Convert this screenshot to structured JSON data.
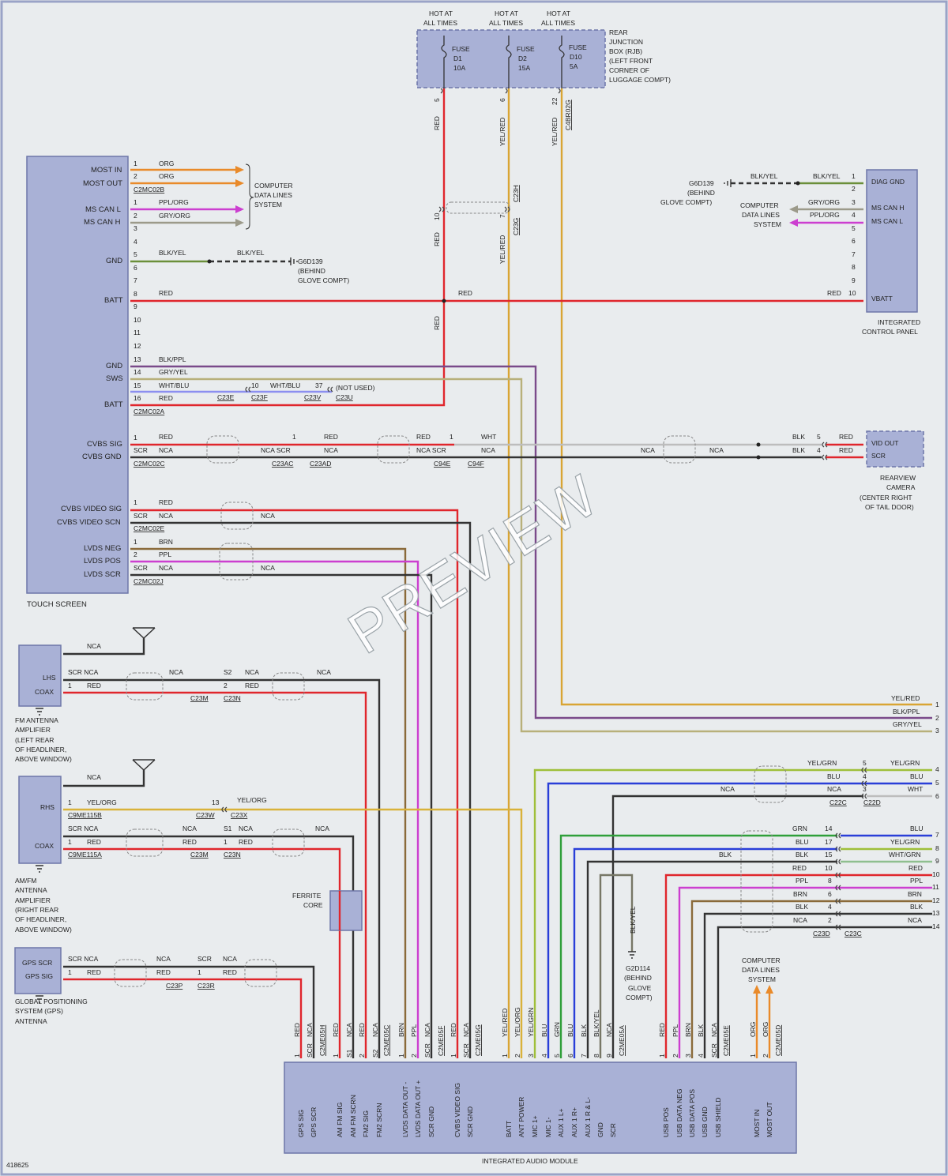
{
  "diagram_id": "418625",
  "watermark": "PREVIEW",
  "components": {
    "touch_screen": "TOUCH SCREEN",
    "integrated_audio_module": "INTEGRATED AUDIO MODULE",
    "rjb": [
      "REAR",
      "JUNCTION",
      "BOX (RJB)",
      "(LEFT FRONT",
      "CORNER OF",
      "LUGGAGE COMPT)"
    ],
    "icp": [
      "INTEGRATED",
      "CONTROL PANEL"
    ],
    "camera": [
      "REARVIEW",
      "CAMERA",
      "(CENTER RIGHT",
      "OF TAIL DOOR)"
    ],
    "fm_amp": [
      "FM ANTENNA",
      "AMPLIFIER",
      "(LEFT REAR",
      "OF HEADLINER,",
      "ABOVE WINDOW)"
    ],
    "amfm_amp": [
      "AM/FM",
      "ANTENNA",
      "AMPLIFIER",
      "(RIGHT REAR",
      "OF HEADLINER,",
      "ABOVE WINDOW)"
    ],
    "gps": [
      "GLOBAL POSITIONING",
      "SYSTEM (GPS)",
      "ANTENNA"
    ],
    "ferrite": [
      "FERRITE",
      "CORE"
    ]
  },
  "fuses": [
    {
      "hot": [
        "HOT AT",
        "ALL TIMES"
      ],
      "label": [
        "FUSE",
        "D1",
        "10A"
      ],
      "pin": "5",
      "color": "RED"
    },
    {
      "hot": [
        "HOT AT",
        "ALL TIMES"
      ],
      "label": [
        "FUSE",
        "D2",
        "15A"
      ],
      "pin": "6",
      "color": "YEL/RED"
    },
    {
      "hot": [
        "HOT AT",
        "ALL TIMES"
      ],
      "label": [
        "FUSE",
        "D10",
        "5A"
      ],
      "pin": "22",
      "color": "YEL/RED",
      "conn": "C4BR02G"
    }
  ],
  "touch_screen_pins": {
    "most_in": "MOST IN",
    "most_out": "MOST OUT",
    "ms_can_l": "MS CAN L",
    "ms_can_h": "MS CAN H",
    "gnd": "GND",
    "batt": "BATT",
    "sws": "SWS",
    "cvbs_sig": "CVBS SIG",
    "cvbs_gnd": "CVBS GND",
    "cvbs_video_sig": "CVBS VIDEO SIG",
    "cvbs_video_scn": "CVBS VIDEO SCN",
    "lvds_neg": "LVDS NEG",
    "lvds_pos": "LVDS POS",
    "lvds_scr": "LVDS SCR"
  },
  "icp_pins": {
    "diag_gnd": "DIAG GND",
    "ms_can_h": "MS CAN H",
    "ms_can_l": "MS CAN L",
    "vbatt": "VBATT"
  },
  "camera_pins": {
    "vid_out": "VID OUT",
    "scr": "SCR"
  },
  "connectors": {
    "c2mc02b": "C2MC02B",
    "c2mc02a": "C2MC02A",
    "c2mc02c": "C2MC02C",
    "c2mc02e": "C2MC02E",
    "c2mc02j": "C2MC02J",
    "c23e": "C23E",
    "c23f": "C23F",
    "c23v": "C23V",
    "c23u": "C23U",
    "c23ac": "C23AC",
    "c23ad": "C23AD",
    "c94e": "C94E",
    "c94f": "C94F",
    "c23h": "C23H",
    "c23g": "C23G",
    "c23m": "C23M",
    "c23n": "C23N",
    "c9me115b": "C9ME115B",
    "c9me115a": "C9ME115A",
    "c23w": "C23W",
    "c23x": "C23X",
    "c23p": "C23P",
    "c23r": "C23R",
    "c22c": "C22C",
    "c22d": "C22D",
    "c23d": "C23D",
    "c23c": "C23C",
    "c2me05h": "C2ME05H",
    "c2me05c": "C2ME05C",
    "c2me05f": "C2ME05F",
    "c2me05g": "C2ME05G",
    "c2me05a": "C2ME05A",
    "c2me05e": "C2ME05E",
    "c2me05d": "C2ME05D"
  },
  "grounds": {
    "g6d139": [
      "G6D139",
      "(BEHIND",
      "GLOVE COMPT)"
    ],
    "g2d114": [
      "G2D114",
      "(BEHIND",
      "GLOVE",
      "COMPT)"
    ]
  },
  "computer_data_lines": [
    "COMPUTER",
    "DATA LINES",
    "SYSTEM"
  ],
  "not_used": "(NOT USED)",
  "iam_pins": [
    {
      "name": "GPS SIG",
      "pin": "1",
      "color": "RED"
    },
    {
      "name": "GPS SCR",
      "pin": "SCR",
      "color": "NCA"
    },
    {
      "name": "AM FM SIG",
      "pin": "1",
      "color": "RED"
    },
    {
      "name": "AM FM SCRN",
      "pin": "S1",
      "color": "NCA"
    },
    {
      "name": "FM2 SIG",
      "pin": "2",
      "color": "RED"
    },
    {
      "name": "FM2 SCRN",
      "pin": "S2",
      "color": "NCA"
    },
    {
      "name": "LVDS DATA OUT -",
      "pin": "1",
      "color": "BRN"
    },
    {
      "name": "LVDS DATA OUT +",
      "pin": "2",
      "color": "PPL"
    },
    {
      "name": "SCR GND",
      "pin": "SCR",
      "color": "NCA"
    },
    {
      "name": "CVBS VIDEO SIG",
      "pin": "1",
      "color": "RED"
    },
    {
      "name": "SCR GND",
      "pin": "SCR",
      "color": "NCA"
    },
    {
      "name": "BATT",
      "pin": "1",
      "color": "YEL/RED"
    },
    {
      "name": "ANT POWER",
      "pin": "2",
      "color": "YEL/ORG"
    },
    {
      "name": "MIC 1+",
      "pin": "3",
      "color": "YEL/GRN"
    },
    {
      "name": "MIC 1-",
      "pin": "4",
      "color": "BLU"
    },
    {
      "name": "AUX 1 L+",
      "pin": "5",
      "color": "GRN"
    },
    {
      "name": "AUX 1 R+",
      "pin": "6",
      "color": "BLU"
    },
    {
      "name": "AUX 1 R & L-",
      "pin": "7",
      "color": "BLK"
    },
    {
      "name": "GND",
      "pin": "8",
      "color": "BLK/YEL"
    },
    {
      "name": "SCR",
      "pin": "9",
      "color": "NCA"
    },
    {
      "name": "USB POS",
      "pin": "1",
      "color": "RED"
    },
    {
      "name": "USB DATA NEG",
      "pin": "2",
      "color": "PPL"
    },
    {
      "name": "USB DATA POS",
      "pin": "3",
      "color": "BRN"
    },
    {
      "name": "USB GND",
      "pin": "4",
      "color": "BLK"
    },
    {
      "name": "USB SHIELD",
      "pin": "SCR",
      "color": "NCA"
    },
    {
      "name": "MOST IN",
      "pin": "1",
      "color": "ORG"
    },
    {
      "name": "MOST OUT",
      "pin": "2",
      "color": "ORG"
    }
  ],
  "right_side": {
    "top": [
      {
        "num": "1",
        "color": "YEL/RED"
      },
      {
        "num": "2",
        "color": "BLK/PPL"
      },
      {
        "num": "3",
        "color": "GRY/YEL"
      }
    ],
    "c22": [
      {
        "left": "YEL/GRN",
        "pin": "5",
        "right": "YEL/GRN",
        "num": "4"
      },
      {
        "left": "BLU",
        "pin": "4",
        "right": "BLU",
        "num": "5"
      },
      {
        "left": "NCA",
        "pin": "3",
        "right": "WHT",
        "num": "6"
      }
    ],
    "c23": [
      {
        "left": "GRN",
        "pin": "14",
        "right": "BLU",
        "num": "7"
      },
      {
        "left": "BLU",
        "pin": "17",
        "right": "YEL/GRN",
        "num": "8"
      },
      {
        "left": "BLK",
        "pin": "15",
        "right": "WHT/GRN",
        "num": "9"
      },
      {
        "left": "RED",
        "pin": "10",
        "right": "RED",
        "num": "10"
      },
      {
        "left": "PPL",
        "pin": "8",
        "right": "PPL",
        "num": "11"
      },
      {
        "left": "BRN",
        "pin": "6",
        "right": "BRN",
        "num": "12"
      },
      {
        "left": "BLK",
        "pin": "4",
        "right": "BLK",
        "num": "13"
      },
      {
        "left": "NCA",
        "pin": "2",
        "right": "NCA",
        "num": "14"
      }
    ]
  },
  "wire_colors": {
    "RED": "#e0262c",
    "ORG": "#e98a2a",
    "YEL": "#e6c23a",
    "YELRED": "#d9a534",
    "PPL": "#cc3fd0",
    "GRY": "#9c9a8a",
    "BLK": "#222222",
    "BLU": "#2a3fd8",
    "GRN": "#2f9f3a",
    "BRN": "#8a6a3a",
    "BLKYEL": "#777766",
    "NCA": "#444444",
    "WHT": "#bdbdbd",
    "YELGRN": "#9fbf3a",
    "BLKPPL": "#7a4a8a",
    "GRYYEL": "#b8b07a",
    "box": "#a9b1d6",
    "box_border": "#6e76a8",
    "background": "#e9ecee"
  }
}
